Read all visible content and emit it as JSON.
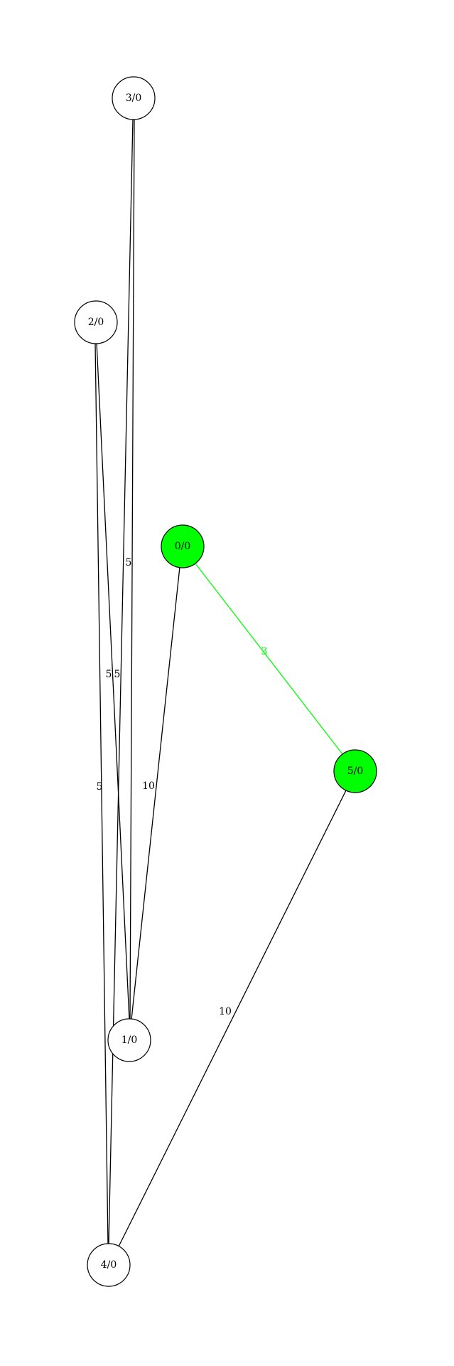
{
  "colors": {
    "default_stroke": "#000000",
    "default_fill": "#ffffff",
    "highlight": "#00ff00",
    "label": "#000000"
  },
  "nodes": [
    {
      "id": "3",
      "label": "3/0",
      "highlighted": false
    },
    {
      "id": "2",
      "label": "2/0",
      "highlighted": false
    },
    {
      "id": "0",
      "label": "0/0",
      "highlighted": true
    },
    {
      "id": "5",
      "label": "5/0",
      "highlighted": true
    },
    {
      "id": "1",
      "label": "1/0",
      "highlighted": false
    },
    {
      "id": "4",
      "label": "4/0",
      "highlighted": false
    }
  ],
  "edges": [
    {
      "from": "3",
      "to": "1",
      "weight": "5",
      "highlighted": false
    },
    {
      "from": "3",
      "to": "4",
      "weight": "5",
      "highlighted": false
    },
    {
      "from": "2",
      "to": "1",
      "weight": "5",
      "highlighted": false
    },
    {
      "from": "2",
      "to": "4",
      "weight": "5",
      "highlighted": false
    },
    {
      "from": "0",
      "to": "1",
      "weight": "10",
      "highlighted": false
    },
    {
      "from": "0",
      "to": "5",
      "weight": "3",
      "highlighted": true
    },
    {
      "from": "5",
      "to": "4",
      "weight": "10",
      "highlighted": false
    }
  ]
}
